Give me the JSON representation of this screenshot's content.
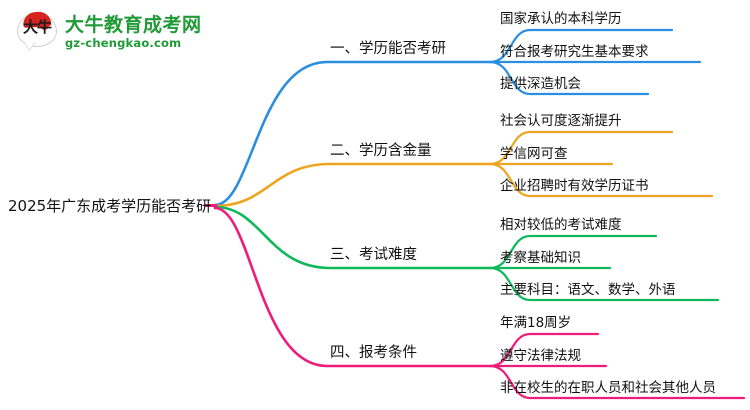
{
  "logo": {
    "mark_text": "大牛",
    "title": "大牛教育成考网",
    "url": "gz-chengkao.com",
    "brand_green": "#1f9a35",
    "brand_red": "#d6241f"
  },
  "mindmap": {
    "root": "2025年广东成考学历能否考研",
    "branches": [
      {
        "label": "一、学历能否考研",
        "color": "#2b8fe0",
        "children": [
          "国家承认的本科学历",
          "符合报考研究生基本要求",
          "提供深造机会"
        ]
      },
      {
        "label": "二、学历含金量",
        "color": "#eda521",
        "children": [
          "社会认可度逐渐提升",
          "学信网可查",
          "企业招聘时有效学历证书"
        ]
      },
      {
        "label": "三、考试难度",
        "color": "#10b85c",
        "children": [
          "相对较低的考试难度",
          "考察基础知识",
          "主要科目：语文、数学、外语"
        ]
      },
      {
        "label": "四、报考条件",
        "color": "#ef1d7a",
        "children": [
          "年满18周岁",
          "遵守法律法规",
          "非在校生的在职人员和社会其他人员"
        ]
      }
    ]
  }
}
